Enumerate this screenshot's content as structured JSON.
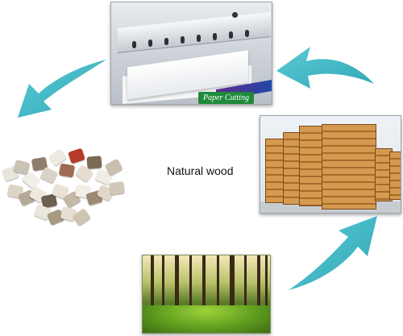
{
  "machine_panel": {
    "label": "Paper Cutting"
  },
  "center_label": "Natural wood",
  "colors": {
    "arrow": "#3db7c4",
    "label_bg": "#1e8a3a"
  },
  "icons": [
    "paper-cutting-machine-image",
    "lumber-stacks-image",
    "puzzle-pile-image",
    "forest-image",
    "cycle-arrow-icon"
  ]
}
